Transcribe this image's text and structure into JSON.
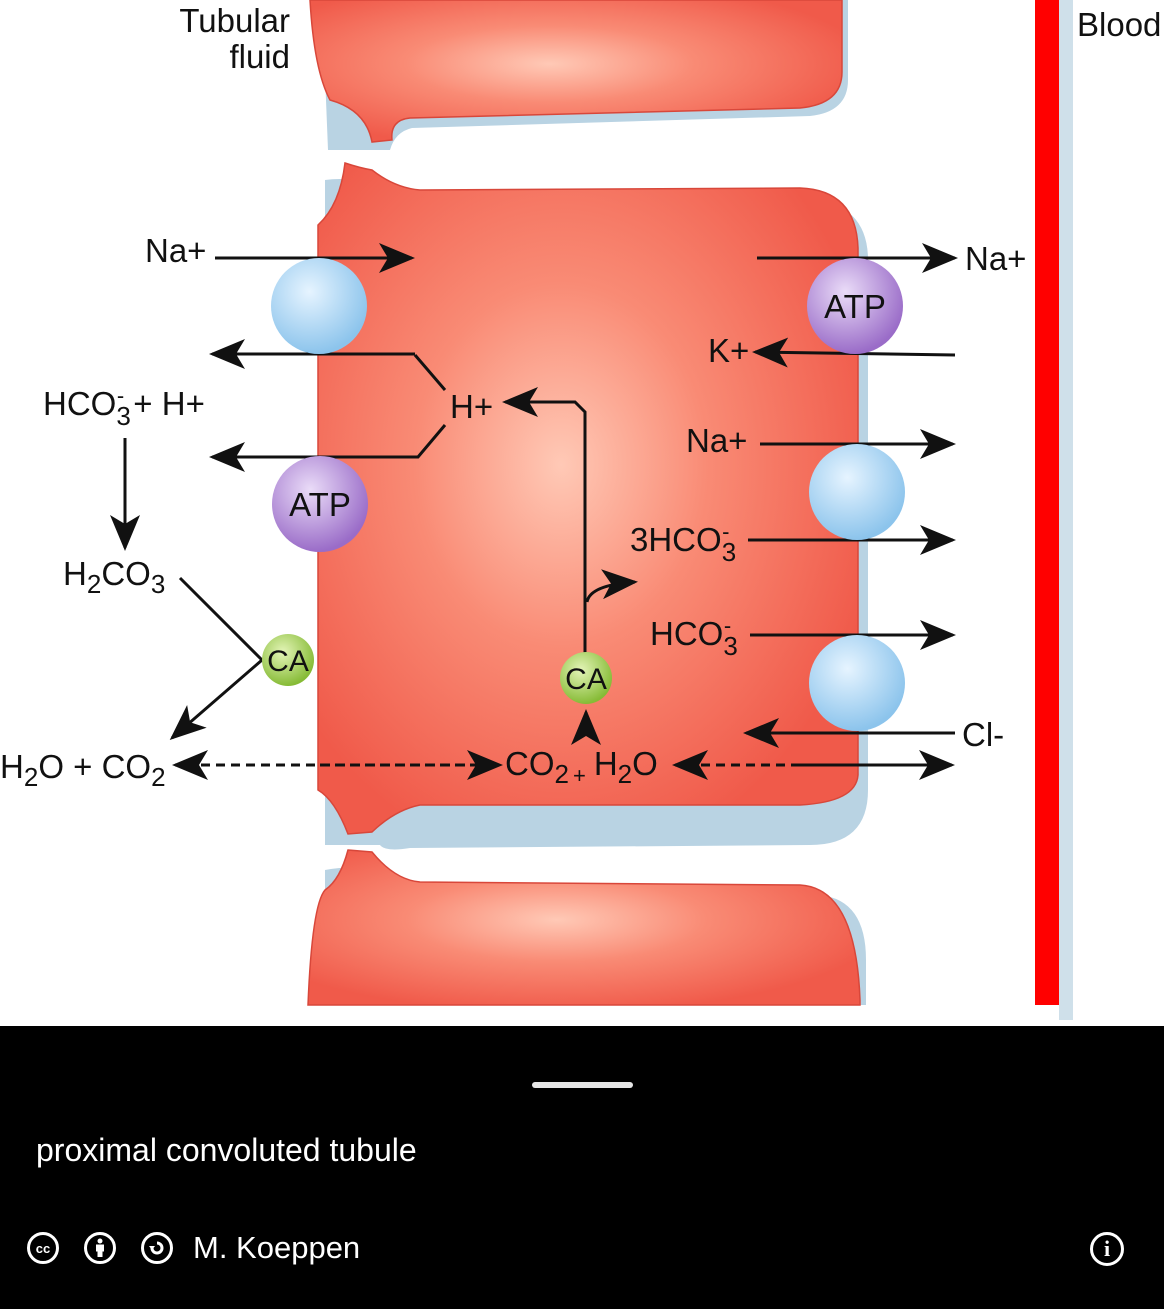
{
  "diagram": {
    "tubular_fluid": [
      "Tubular",
      "fluid"
    ],
    "blood": "Blood",
    "na_left": "Na+",
    "na_right_top": "Na+",
    "atp_right": "ATP",
    "atp_left": "ATP",
    "k": "K+",
    "hco3_h": {
      "a": "HCO",
      "sub": "3",
      "sup": "-",
      "b": " + H+"
    },
    "h_plus": "H+",
    "na_mid": "Na+",
    "h2co3": {
      "a": "H",
      "sub1": "2",
      "b": "CO",
      "sub2": "3"
    },
    "three_hco3": {
      "a": "3HCO",
      "sub": "3",
      "sup": "-"
    },
    "hco3": {
      "a": "HCO",
      "sub": "3",
      "sup": "-"
    },
    "ca_left": "CA",
    "ca_center": "CA",
    "cl": "Cl-",
    "h2o_co2_left": {
      "a": "H",
      "sub1": "2",
      "b": "O + CO",
      "sub2": "2"
    },
    "co2_h2o_center": {
      "a": "CO",
      "sub1": "2",
      "plus": "+",
      "b": "H",
      "sub2": "2",
      "c": "O"
    }
  },
  "sheet": {
    "caption": "proximal convoluted tubule",
    "author": "M. Koeppen",
    "license_icons": [
      "cc-icon",
      "attribution-icon",
      "share-alike-icon"
    ],
    "info_icon": "info-icon"
  },
  "colors": {
    "cell": "#f26a5a",
    "blood": "#ff0000",
    "transporter": "#a9d6f2",
    "atp": "#b48ad6",
    "ca": "#9ccc4a"
  }
}
